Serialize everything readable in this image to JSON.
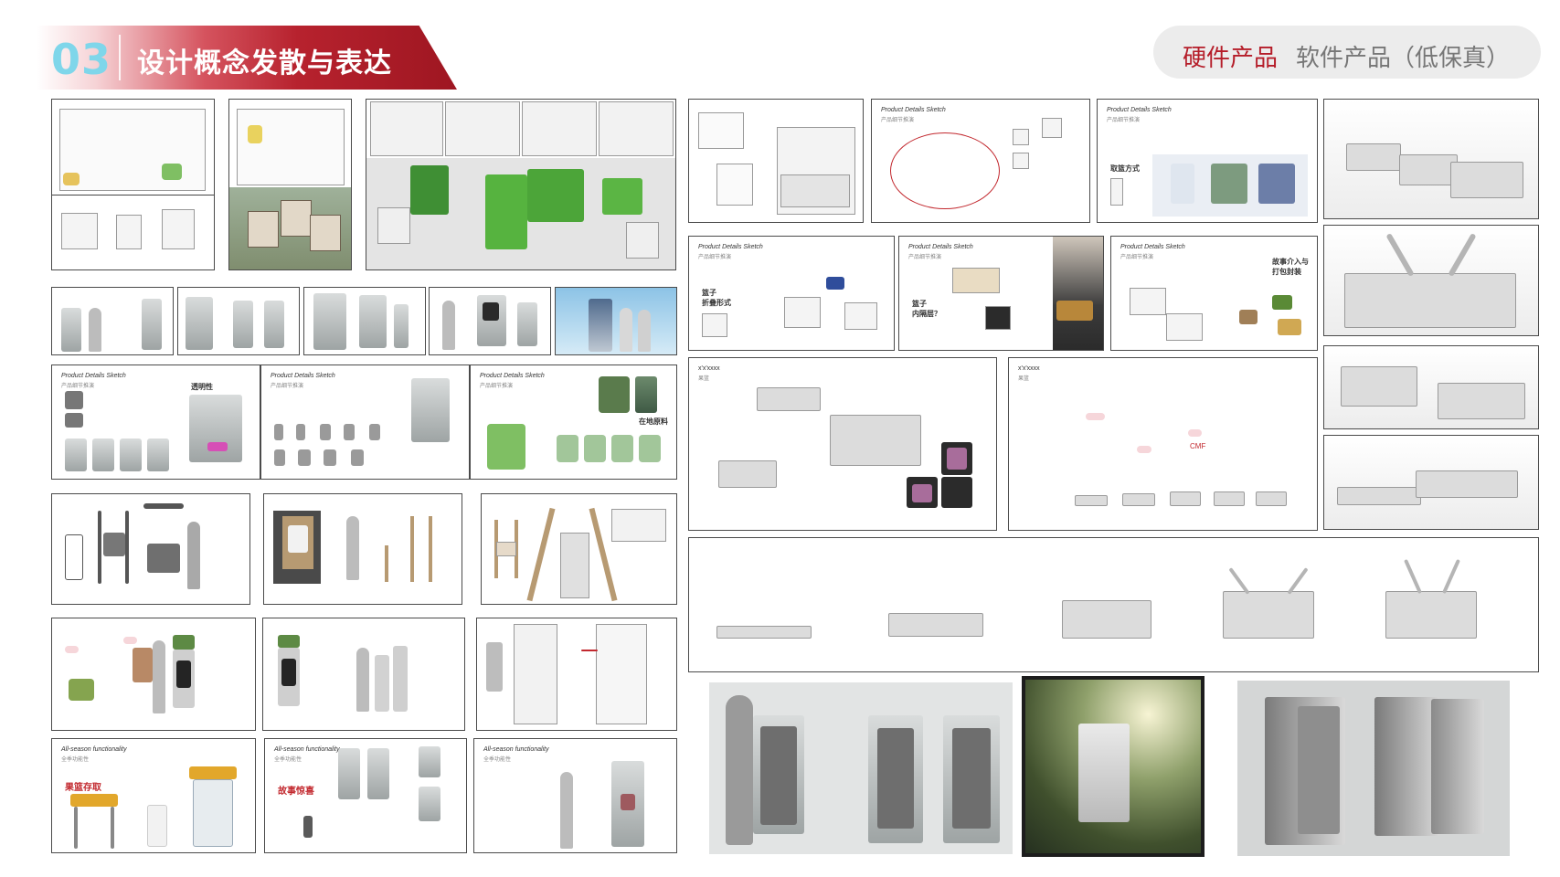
{
  "header": {
    "section_number": "03",
    "section_title": "设计概念发散与表达",
    "tab_hardware": "硬件产品",
    "tab_software": "软件产品（低保真）"
  },
  "sketch_caption": "Product Details Sketch",
  "sketch_subcaption": "产品细节推演",
  "all_season_caption": "All-season functionality",
  "all_season_subcaption": "全季功能性",
  "placeholder_caption": "x'x'xxxx",
  "basket_subcaption": "果篮",
  "labels": {
    "fold": "篮子\n折叠形式",
    "divider": "篮子\n内隔层？",
    "pickup": "取篮方式",
    "fruit_basket_storage": "果篮存取",
    "story_surprise": "故事惊喜",
    "story_intro": "故事介入与\n打包封装",
    "transparency": "透明性",
    "local_material": "在地原料",
    "cmf": "CMF"
  }
}
